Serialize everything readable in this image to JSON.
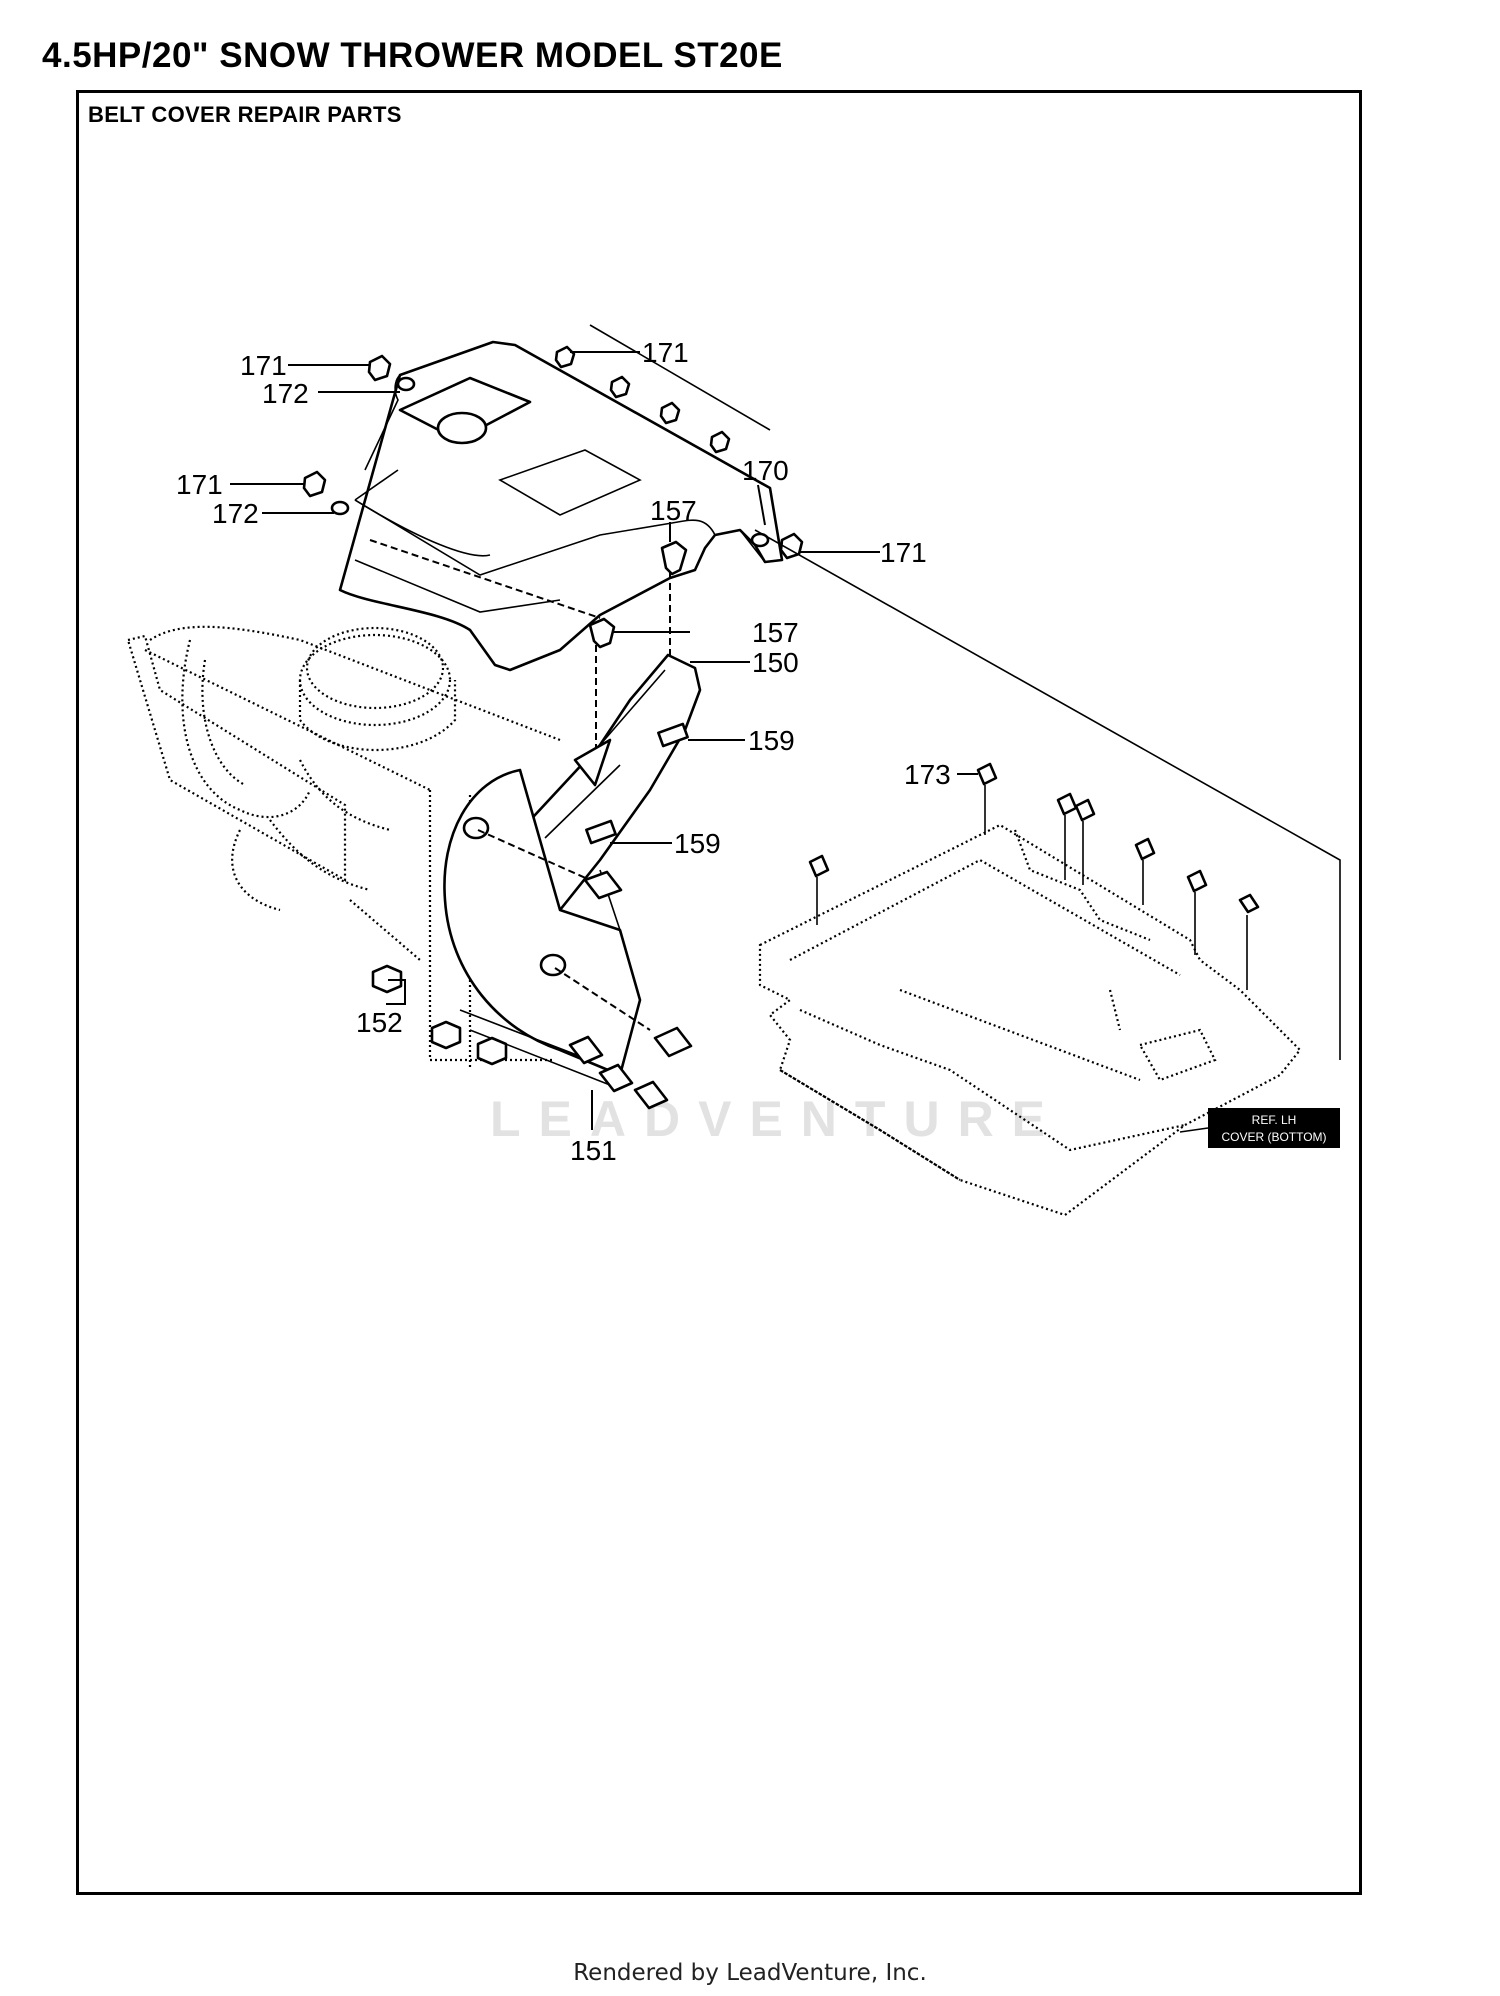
{
  "page": {
    "title": "4.5HP/20\" SNOW THROWER MODEL ST20E",
    "section": "BELT COVER REPAIR PARTS",
    "footer": "Rendered by LeadVenture, Inc.",
    "watermark": "LEADVENTURE",
    "ref_box": [
      "REF. LH",
      "COVER (BOTTOM)"
    ]
  },
  "callouts": {
    "c171_top_left": "171",
    "c172_top_left": "172",
    "c171_top_right": "171",
    "c171_mid_left": "171",
    "c172_mid_left": "172",
    "c170": "170",
    "c157_top": "157",
    "c171_right": "171",
    "c157_mid": "157",
    "c150": "150",
    "c159_top": "159",
    "c173": "173",
    "c159_low": "159",
    "c152": "152",
    "c151": "151"
  }
}
